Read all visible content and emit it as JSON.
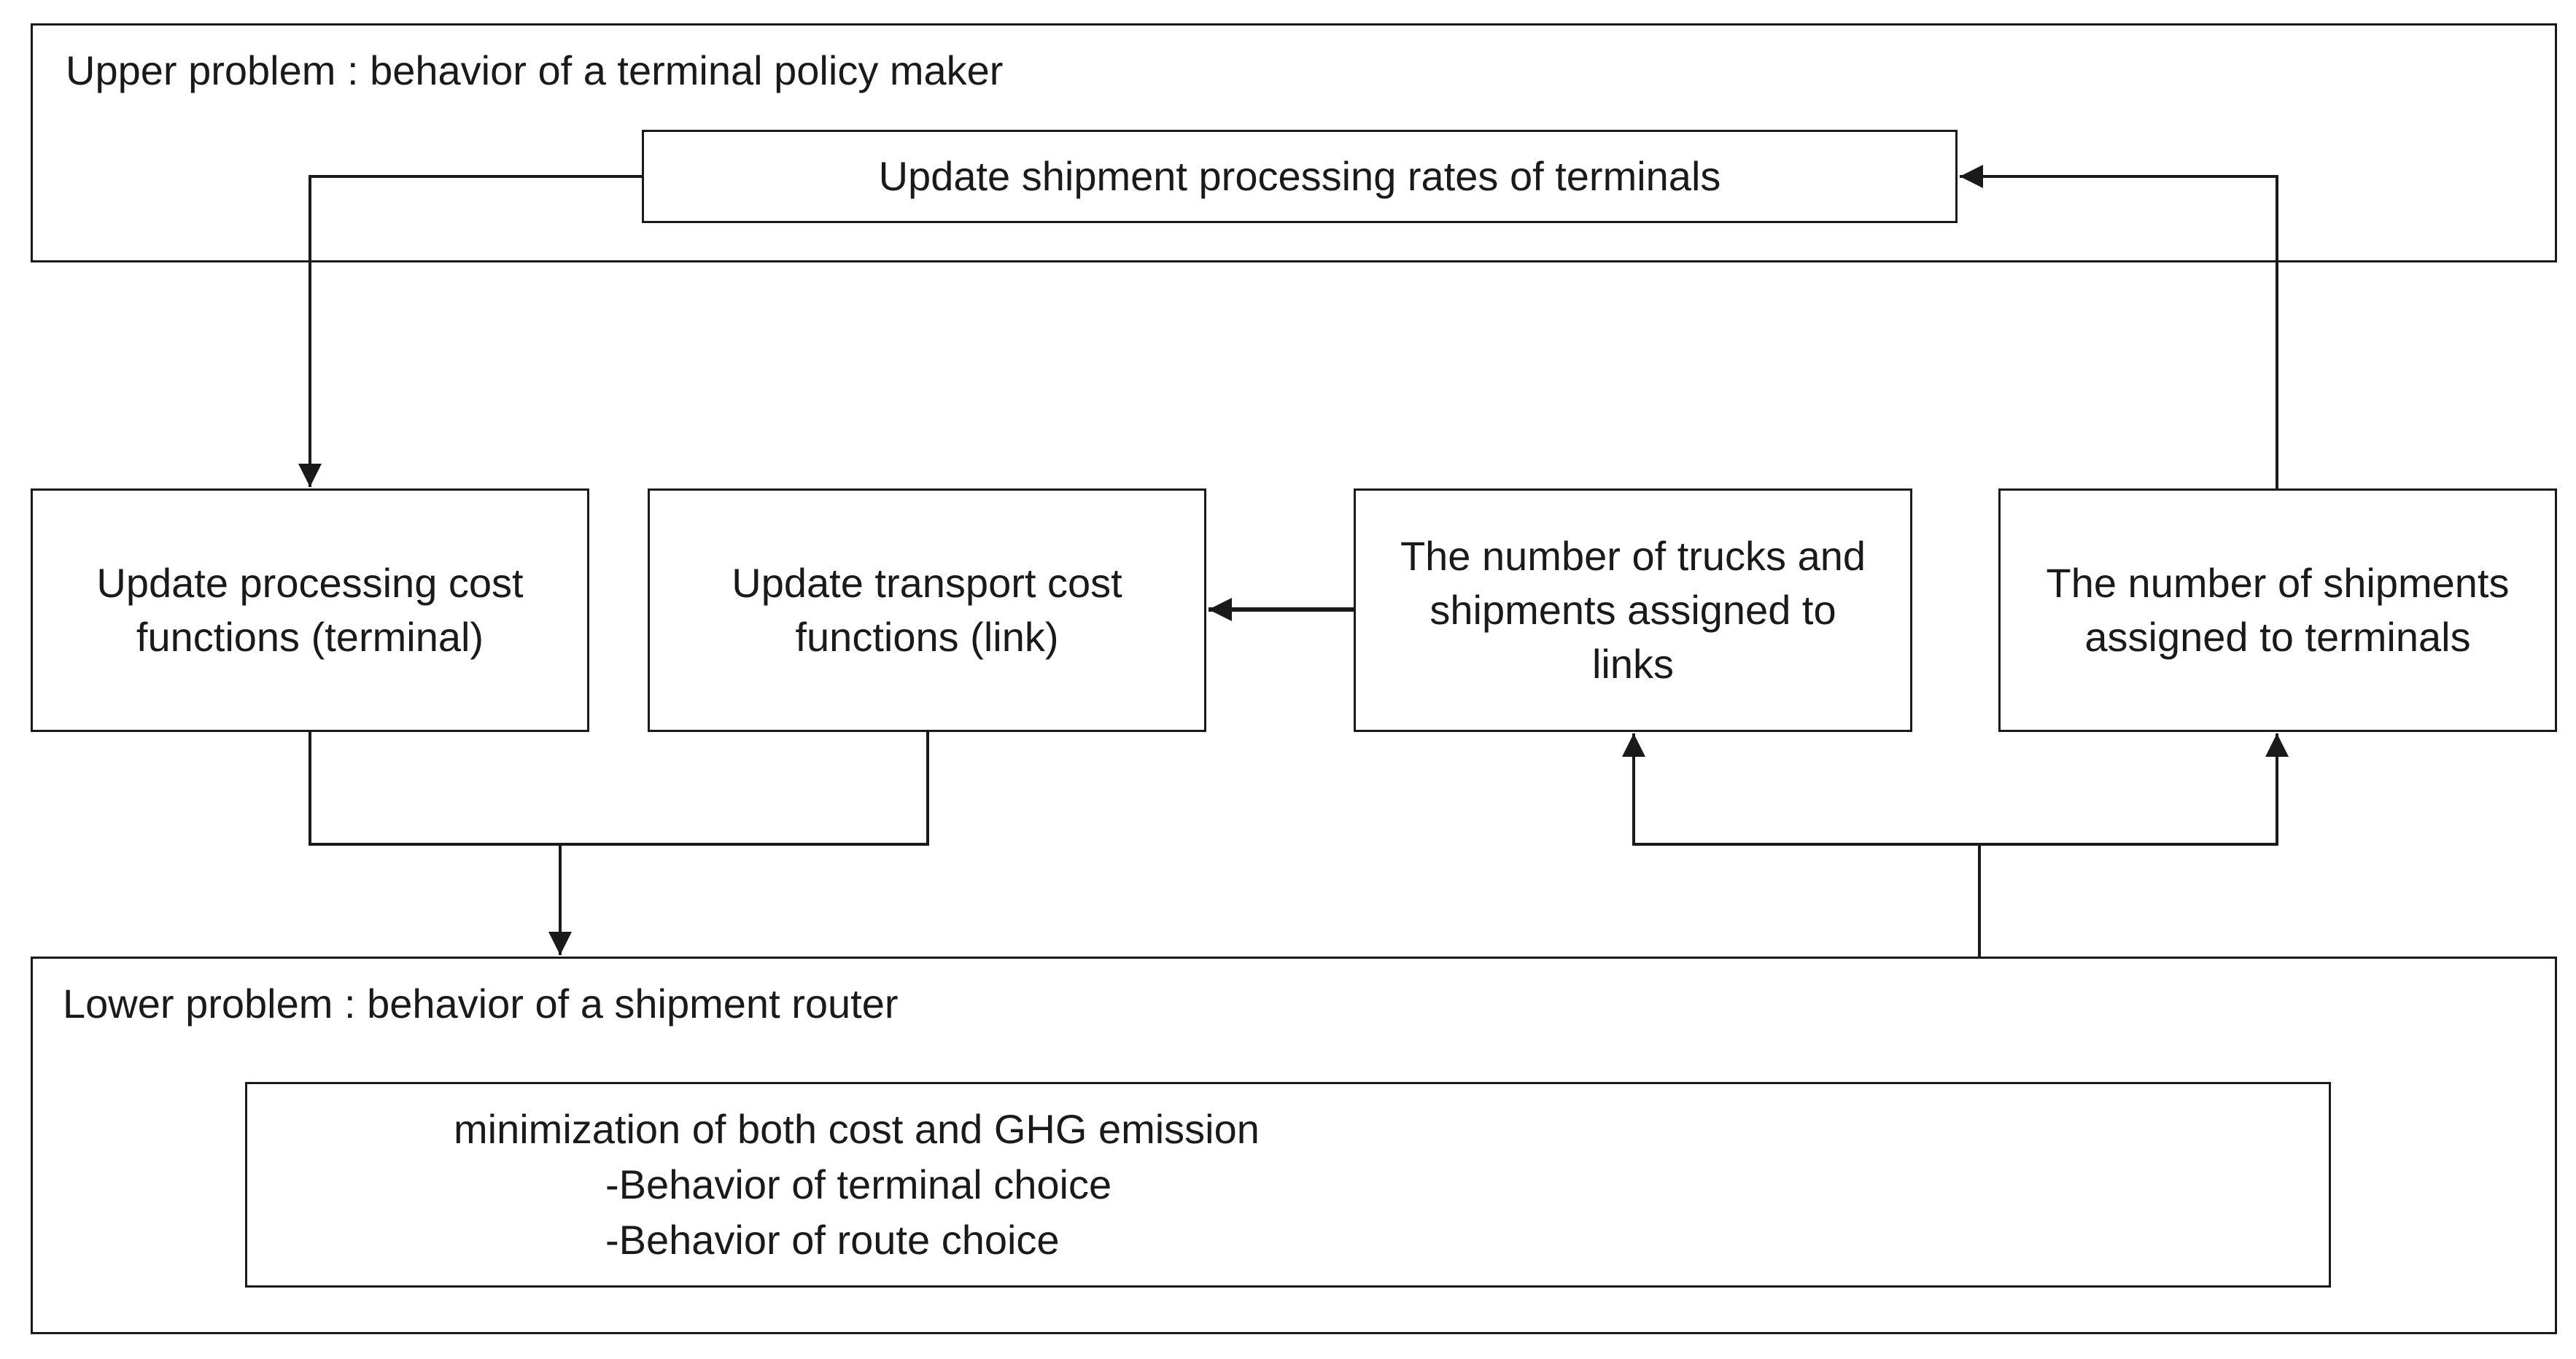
{
  "upper": {
    "title": "Upper problem : behavior of a terminal policy maker",
    "update_rates": "Update shipment processing rates of terminals"
  },
  "middle": {
    "processing_cost": [
      "Update processing cost",
      "functions (terminal)"
    ],
    "transport_cost": [
      "Update transport cost",
      "functions (link)"
    ],
    "trucks_links": [
      "The number of trucks and",
      "shipments assigned to",
      "links"
    ],
    "shipments_terminals": [
      "The number of shipments",
      "assigned to terminals"
    ]
  },
  "lower": {
    "title": "Lower problem : behavior of a shipment router",
    "objective": "minimization of both cost and GHG emission",
    "items": [
      "-Behavior of terminal choice",
      "-Behavior of route choice"
    ]
  }
}
